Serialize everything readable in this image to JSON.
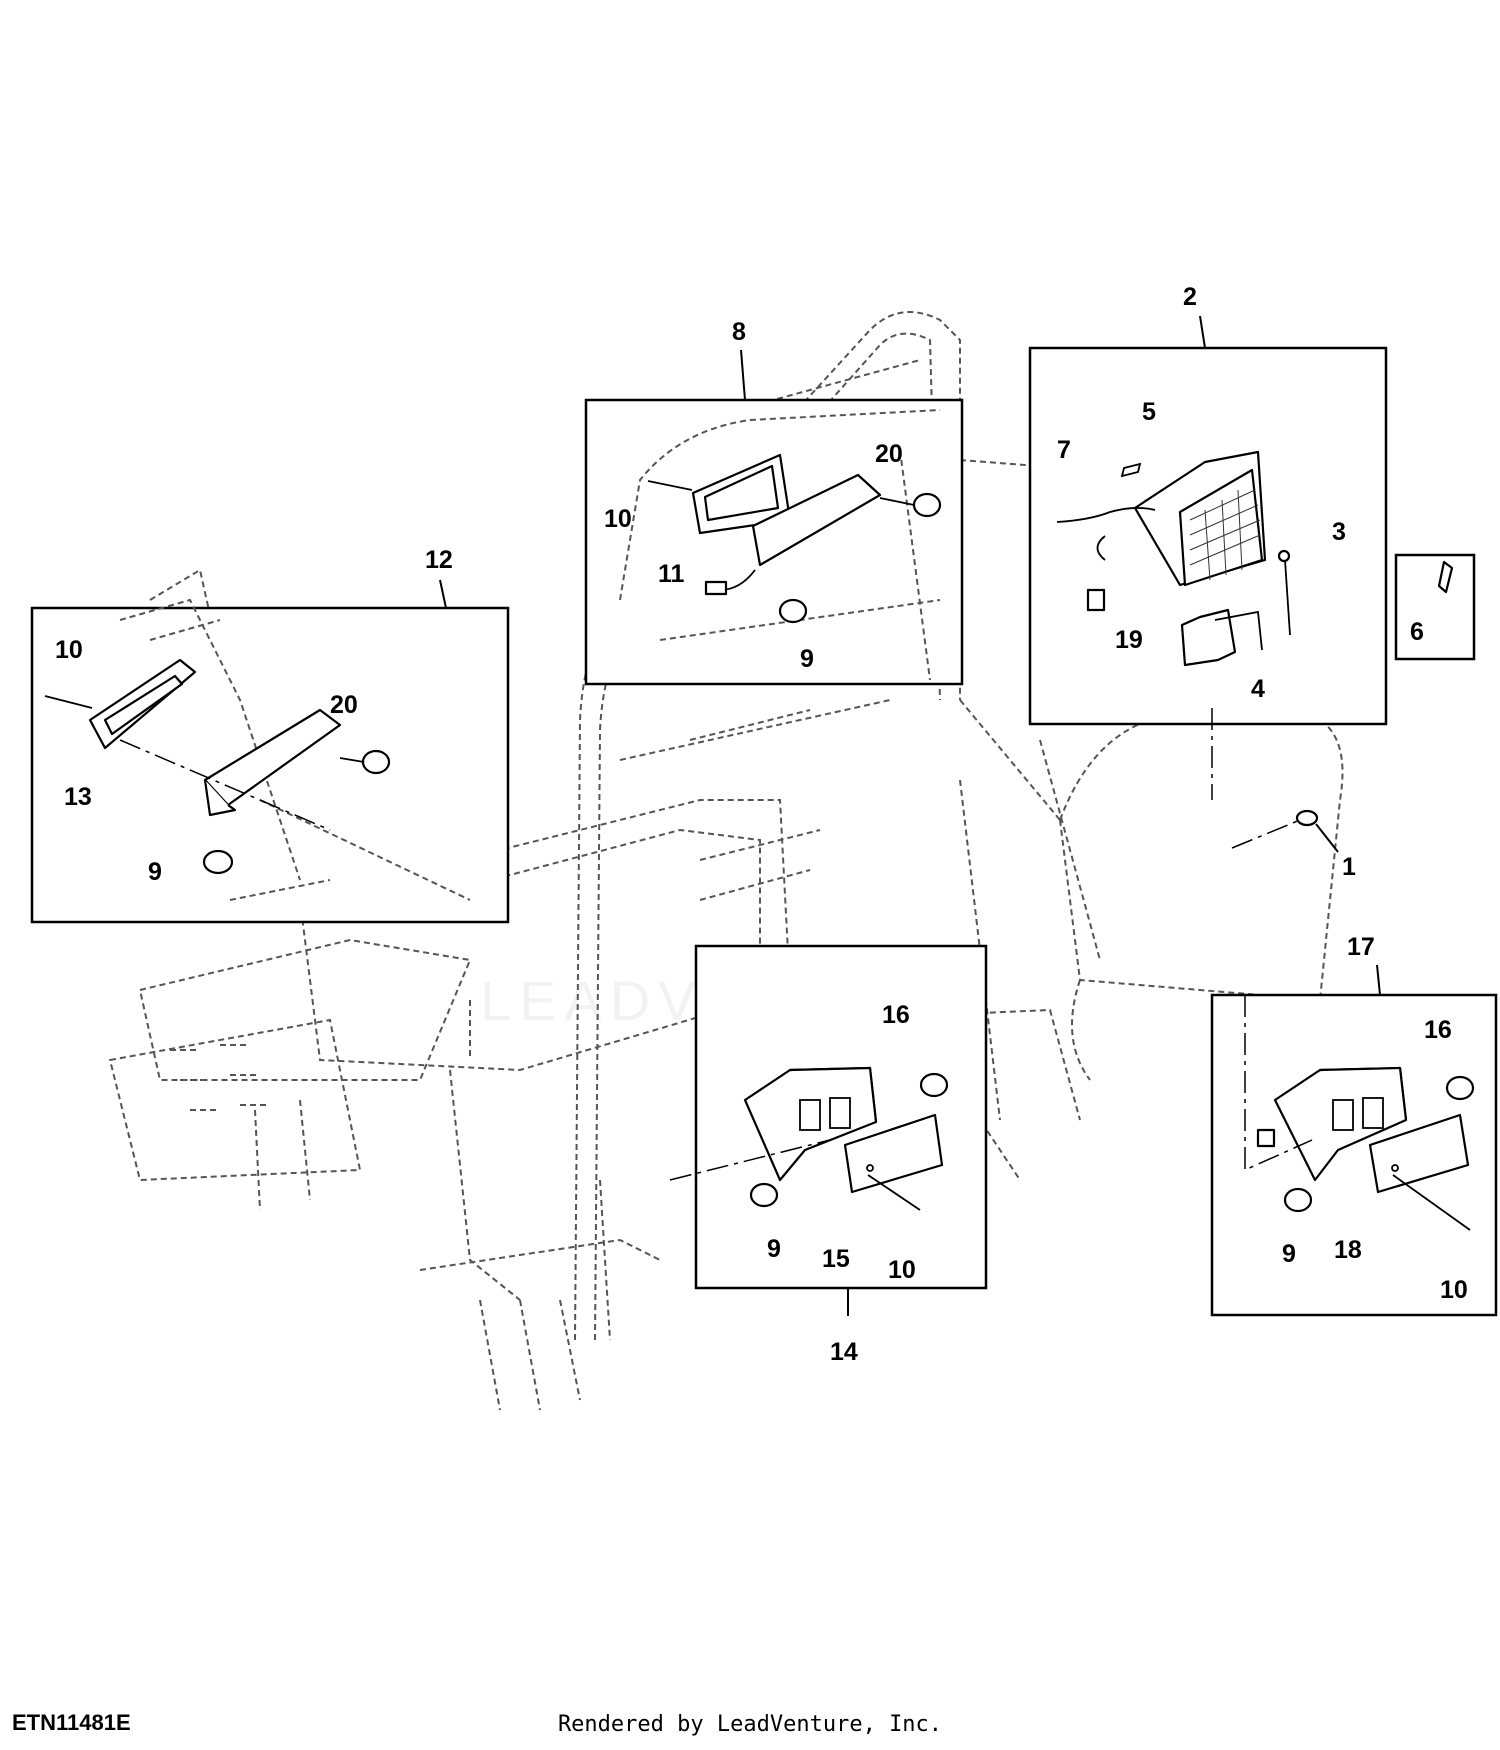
{
  "diagram_id": "ETN11481E",
  "footer": "Rendered by LeadVenture, Inc.",
  "watermark": "LEADVENTURE",
  "callouts": [
    "1",
    "2",
    "3",
    "4",
    "5",
    "6",
    "7",
    "8",
    "9",
    "10",
    "11",
    "12",
    "13",
    "14",
    "15",
    "16",
    "17",
    "18",
    "19",
    "20"
  ],
  "groups": {
    "g2": {
      "label": "2",
      "parts": [
        "3",
        "4",
        "5",
        "7",
        "19"
      ]
    },
    "g6": {
      "label": "6"
    },
    "g8": {
      "label": "8",
      "parts": [
        "9",
        "10",
        "11",
        "20"
      ]
    },
    "g12": {
      "label": "12",
      "parts": [
        "9",
        "10",
        "13",
        "20"
      ]
    },
    "g14": {
      "label": "14",
      "parts": [
        "9",
        "10",
        "15",
        "16"
      ]
    },
    "g17": {
      "label": "17",
      "parts": [
        "9",
        "10",
        "16",
        "18"
      ]
    }
  },
  "labels": {
    "c1": "1",
    "c2": "2",
    "c3": "3",
    "c4": "4",
    "c5": "5",
    "c7": "7",
    "c19": "19",
    "c6": "6",
    "c8": "8",
    "c8_10": "10",
    "c8_11": "11",
    "c8_20": "20",
    "c8_9": "9",
    "c12": "12",
    "c12_10": "10",
    "c12_13": "13",
    "c12_20": "20",
    "c12_9": "9",
    "c14": "14",
    "c14_16": "16",
    "c14_9": "9",
    "c14_15": "15",
    "c14_10": "10",
    "c17": "17",
    "c17_16": "16",
    "c17_9": "9",
    "c17_18": "18",
    "c17_10": "10"
  }
}
